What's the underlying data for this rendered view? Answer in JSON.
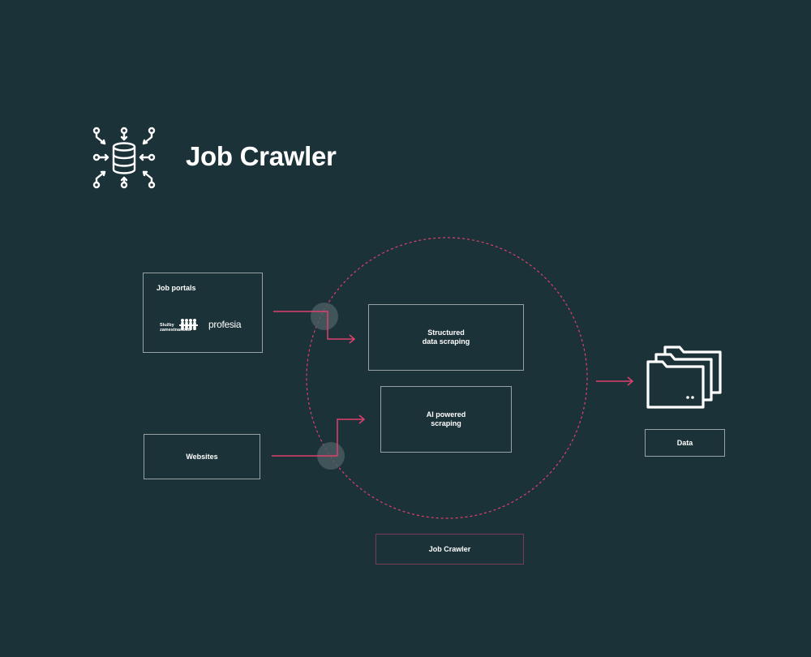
{
  "header": {
    "title": "Job Crawler",
    "icon": "database-network-icon"
  },
  "inputs": {
    "job_portals": {
      "label": "Job portals",
      "logos": {
        "sluzby": "Služby zamestnanosti",
        "profesia": "profesia"
      }
    },
    "websites": {
      "label": "Websites"
    }
  },
  "processes": {
    "structured": {
      "label": "Structured\ndata scraping"
    },
    "ai": {
      "label": "AI powered\nscraping"
    }
  },
  "container": {
    "label": "Job Crawler"
  },
  "output": {
    "label": "Data",
    "icon": "folders-icon"
  },
  "colors": {
    "background": "#1b3238",
    "accent": "#e0406e",
    "border": "#8fa0a3",
    "container_border": "#7a3b55"
  }
}
